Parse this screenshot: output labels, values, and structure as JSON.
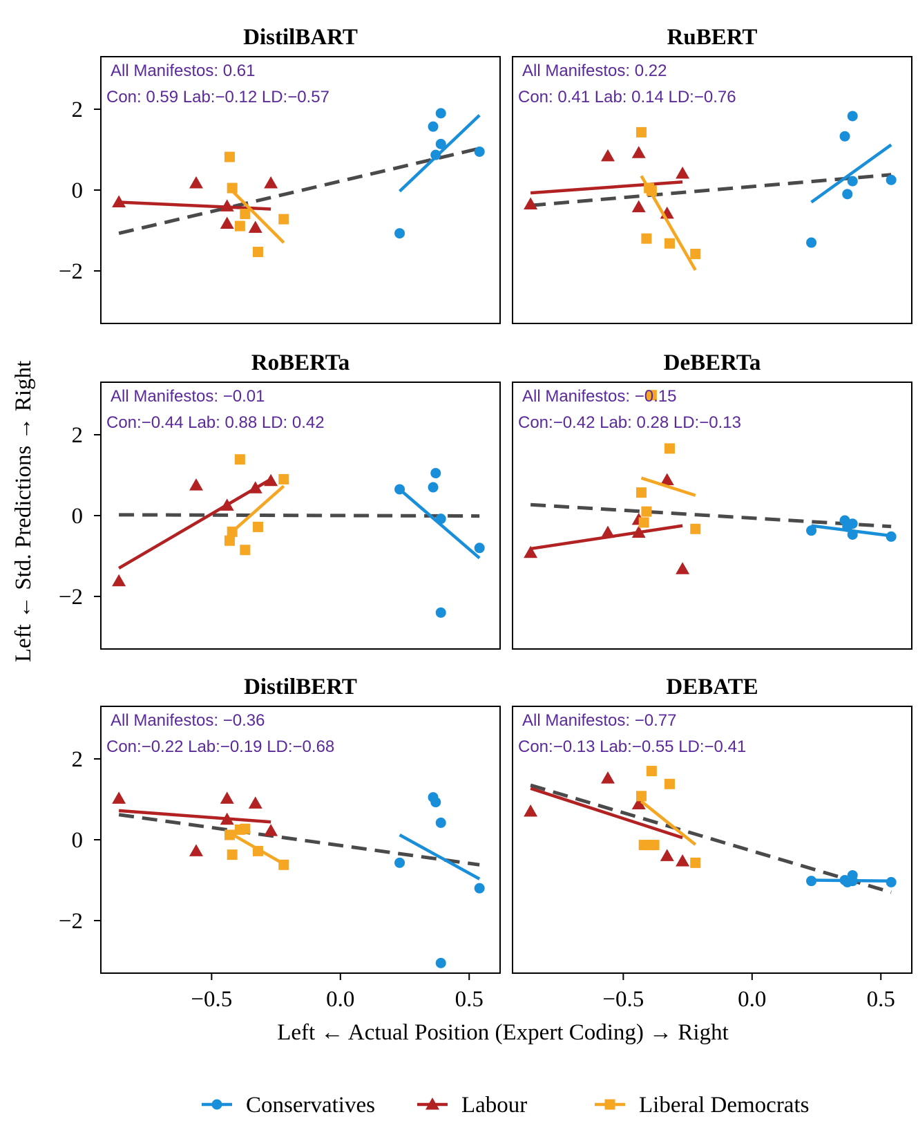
{
  "figure": {
    "xlabel": "Left ← Actual Position (Expert Coding) → Right",
    "ylabel": "Left ← Std. Predictions → Right",
    "colors": {
      "Conservatives": "#1a8fd9",
      "Labour": "#b22222",
      "Liberal Democrats": "#f5a623",
      "overall": "#4a4a4a",
      "annotation": "#5b2a9a"
    }
  },
  "legend": {
    "items": [
      {
        "label": "Conservatives",
        "color": "#1a8fd9",
        "marker": "circle"
      },
      {
        "label": "Labour",
        "color": "#b22222",
        "marker": "triangle"
      },
      {
        "label": "Liberal Democrats",
        "color": "#f5a623",
        "marker": "square"
      }
    ]
  },
  "chart_data": [
    {
      "type": "scatter",
      "title": "DistilBART",
      "annotation_all": "All Manifestos:  0.61",
      "annotation_parties": "Con: 0.59 Lab:−0.12 LD:−0.57",
      "xlim": [
        -0.93,
        0.62
      ],
      "ylim": [
        -3.3,
        3.3
      ],
      "xticks": [
        "−0.5",
        "0.0",
        "0.5"
      ],
      "yticks": [
        "−2",
        "0",
        "2"
      ],
      "series": [
        {
          "name": "Conservatives",
          "marker": "circle",
          "points": [
            [
              0.23,
              -1.07
            ],
            [
              0.36,
              1.57
            ],
            [
              0.37,
              0.87
            ],
            [
              0.39,
              1.14
            ],
            [
              0.39,
              1.9
            ],
            [
              0.54,
              0.95
            ]
          ],
          "fit": [
            [
              0.23,
              -0.03
            ],
            [
              0.54,
              1.85
            ]
          ]
        },
        {
          "name": "Labour",
          "marker": "triangle",
          "points": [
            [
              -0.86,
              -0.3
            ],
            [
              -0.56,
              0.17
            ],
            [
              -0.44,
              -0.4
            ],
            [
              -0.44,
              -0.83
            ],
            [
              -0.33,
              -0.93
            ],
            [
              -0.27,
              0.17
            ]
          ],
          "fit": [
            [
              -0.86,
              -0.3
            ],
            [
              -0.27,
              -0.47
            ]
          ]
        },
        {
          "name": "Liberal Democrats",
          "marker": "square",
          "points": [
            [
              -0.43,
              0.82
            ],
            [
              -0.42,
              0.05
            ],
            [
              -0.39,
              -0.89
            ],
            [
              -0.37,
              -0.59
            ],
            [
              -0.32,
              -1.53
            ],
            [
              -0.22,
              -0.72
            ]
          ],
          "fit": [
            [
              -0.42,
              -0.02
            ],
            [
              -0.22,
              -1.3
            ]
          ]
        }
      ],
      "overall_fit": [
        [
          -0.86,
          -1.07
        ],
        [
          0.54,
          1.03
        ]
      ]
    },
    {
      "type": "scatter",
      "title": "RuBERT",
      "annotation_all": "All Manifestos:  0.22",
      "annotation_parties": "Con: 0.41 Lab: 0.14 LD:−0.76",
      "xlim": [
        -0.93,
        0.62
      ],
      "ylim": [
        -3.3,
        3.3
      ],
      "xticks": [
        "−0.5",
        "0.0",
        "0.5"
      ],
      "yticks": [
        "−2",
        "0",
        "2"
      ],
      "series": [
        {
          "name": "Conservatives",
          "marker": "circle",
          "points": [
            [
              0.23,
              -1.3
            ],
            [
              0.36,
              1.33
            ],
            [
              0.37,
              -0.1
            ],
            [
              0.39,
              0.22
            ],
            [
              0.39,
              1.83
            ],
            [
              0.54,
              0.25
            ]
          ],
          "fit": [
            [
              0.23,
              -0.3
            ],
            [
              0.54,
              1.12
            ]
          ]
        },
        {
          "name": "Labour",
          "marker": "triangle",
          "points": [
            [
              -0.86,
              -0.35
            ],
            [
              -0.56,
              0.84
            ],
            [
              -0.44,
              0.92
            ],
            [
              -0.44,
              -0.42
            ],
            [
              -0.33,
              -0.58
            ],
            [
              -0.27,
              0.41
            ]
          ],
          "fit": [
            [
              -0.86,
              -0.07
            ],
            [
              -0.27,
              0.2
            ]
          ]
        },
        {
          "name": "Liberal Democrats",
          "marker": "square",
          "points": [
            [
              -0.43,
              1.43
            ],
            [
              -0.41,
              -1.2
            ],
            [
              -0.39,
              -0.02
            ],
            [
              -0.32,
              -1.32
            ],
            [
              -0.22,
              -1.58
            ],
            [
              -0.4,
              0.05
            ]
          ],
          "fit": [
            [
              -0.43,
              0.35
            ],
            [
              -0.22,
              -1.98
            ]
          ]
        }
      ],
      "overall_fit": [
        [
          -0.86,
          -0.38
        ],
        [
          0.54,
          0.38
        ]
      ]
    },
    {
      "type": "scatter",
      "title": "RoBERTa",
      "annotation_all": "All Manifestos: −0.01",
      "annotation_parties": "Con:−0.44 Lab: 0.88 LD: 0.42",
      "xlim": [
        -0.93,
        0.62
      ],
      "ylim": [
        -3.3,
        3.3
      ],
      "xticks": [
        "−0.5",
        "0.0",
        "0.5"
      ],
      "yticks": [
        "−2",
        "0",
        "2"
      ],
      "series": [
        {
          "name": "Conservatives",
          "marker": "circle",
          "points": [
            [
              0.23,
              0.65
            ],
            [
              0.36,
              0.7
            ],
            [
              0.37,
              1.05
            ],
            [
              0.39,
              -0.08
            ],
            [
              0.39,
              -2.4
            ],
            [
              0.54,
              -0.8
            ]
          ],
          "fit": [
            [
              0.23,
              0.65
            ],
            [
              0.54,
              -1.05
            ]
          ]
        },
        {
          "name": "Labour",
          "marker": "triangle",
          "points": [
            [
              -0.86,
              -1.62
            ],
            [
              -0.56,
              0.75
            ],
            [
              -0.44,
              0.25
            ],
            [
              -0.33,
              0.68
            ],
            [
              -0.27,
              0.86
            ]
          ],
          "fit": [
            [
              -0.86,
              -1.3
            ],
            [
              -0.27,
              0.9
            ]
          ]
        },
        {
          "name": "Liberal Democrats",
          "marker": "square",
          "points": [
            [
              -0.39,
              1.39
            ],
            [
              -0.42,
              -0.4
            ],
            [
              -0.43,
              -0.62
            ],
            [
              -0.37,
              -0.85
            ],
            [
              -0.32,
              -0.28
            ],
            [
              -0.22,
              0.9
            ]
          ],
          "fit": [
            [
              -0.42,
              -0.4
            ],
            [
              -0.22,
              0.73
            ]
          ]
        }
      ],
      "overall_fit": [
        [
          -0.86,
          0.02
        ],
        [
          0.54,
          -0.01
        ]
      ]
    },
    {
      "type": "scatter",
      "title": "DeBERTa",
      "annotation_all": "All Manifestos: −0.15",
      "annotation_parties": "Con:−0.42 Lab: 0.28 LD:−0.13",
      "xlim": [
        -0.93,
        0.62
      ],
      "ylim": [
        -3.3,
        3.3
      ],
      "xticks": [
        "−0.5",
        "0.0",
        "0.5"
      ],
      "yticks": [
        "−2",
        "0",
        "2"
      ],
      "series": [
        {
          "name": "Conservatives",
          "marker": "circle",
          "points": [
            [
              0.23,
              -0.37
            ],
            [
              0.36,
              -0.12
            ],
            [
              0.37,
              -0.28
            ],
            [
              0.39,
              -0.2
            ],
            [
              0.39,
              -0.47
            ],
            [
              0.54,
              -0.52
            ]
          ],
          "fit": [
            [
              0.23,
              -0.25
            ],
            [
              0.54,
              -0.5
            ]
          ]
        },
        {
          "name": "Labour",
          "marker": "triangle",
          "points": [
            [
              -0.86,
              -0.92
            ],
            [
              -0.56,
              -0.42
            ],
            [
              -0.44,
              -0.1
            ],
            [
              -0.44,
              -0.42
            ],
            [
              -0.33,
              0.88
            ],
            [
              -0.27,
              -1.32
            ]
          ],
          "fit": [
            [
              -0.86,
              -0.82
            ],
            [
              -0.27,
              -0.25
            ]
          ]
        },
        {
          "name": "Liberal Democrats",
          "marker": "square",
          "points": [
            [
              -0.39,
              2.98
            ],
            [
              -0.32,
              1.66
            ],
            [
              -0.43,
              0.57
            ],
            [
              -0.41,
              0.1
            ],
            [
              -0.42,
              -0.17
            ],
            [
              -0.22,
              -0.33
            ]
          ],
          "fit": [
            [
              -0.43,
              0.93
            ],
            [
              -0.22,
              0.5
            ]
          ]
        }
      ],
      "overall_fit": [
        [
          -0.86,
          0.27
        ],
        [
          0.54,
          -0.27
        ]
      ]
    },
    {
      "type": "scatter",
      "title": "DistilBERT",
      "annotation_all": "All Manifestos: −0.36",
      "annotation_parties": "Con:−0.22 Lab:−0.19 LD:−0.68",
      "xlim": [
        -0.93,
        0.62
      ],
      "ylim": [
        -3.3,
        3.3
      ],
      "xticks": [
        "−0.5",
        "0.0",
        "0.5"
      ],
      "yticks": [
        "−2",
        "0",
        "2"
      ],
      "series": [
        {
          "name": "Conservatives",
          "marker": "circle",
          "points": [
            [
              0.23,
              -0.57
            ],
            [
              0.36,
              1.05
            ],
            [
              0.37,
              0.93
            ],
            [
              0.39,
              0.42
            ],
            [
              0.39,
              -3.05
            ],
            [
              0.54,
              -1.2
            ]
          ],
          "fit": [
            [
              0.23,
              0.12
            ],
            [
              0.54,
              -0.97
            ]
          ]
        },
        {
          "name": "Labour",
          "marker": "triangle",
          "points": [
            [
              -0.86,
              1.02
            ],
            [
              -0.56,
              -0.28
            ],
            [
              -0.44,
              1.02
            ],
            [
              -0.44,
              0.5
            ],
            [
              -0.33,
              0.9
            ],
            [
              -0.27,
              0.22
            ]
          ],
          "fit": [
            [
              -0.86,
              0.72
            ],
            [
              -0.27,
              0.44
            ]
          ]
        },
        {
          "name": "Liberal Democrats",
          "marker": "square",
          "points": [
            [
              -0.43,
              0.12
            ],
            [
              -0.42,
              -0.37
            ],
            [
              -0.39,
              0.25
            ],
            [
              -0.37,
              0.27
            ],
            [
              -0.32,
              -0.28
            ],
            [
              -0.22,
              -0.62
            ]
          ],
          "fit": [
            [
              -0.43,
              0.17
            ],
            [
              -0.22,
              -0.6
            ]
          ]
        }
      ],
      "overall_fit": [
        [
          -0.86,
          0.62
        ],
        [
          0.54,
          -0.62
        ]
      ]
    },
    {
      "type": "scatter",
      "title": "DEBATE",
      "annotation_all": "All Manifestos: −0.77",
      "annotation_parties": "Con:−0.13 Lab:−0.55 LD:−0.41",
      "xlim": [
        -0.93,
        0.62
      ],
      "ylim": [
        -3.3,
        3.3
      ],
      "xticks": [
        "−0.5",
        "0.0",
        "0.5"
      ],
      "yticks": [
        "−2",
        "0",
        "2"
      ],
      "series": [
        {
          "name": "Conservatives",
          "marker": "circle",
          "points": [
            [
              0.23,
              -1.02
            ],
            [
              0.36,
              -1.0
            ],
            [
              0.37,
              -1.05
            ],
            [
              0.39,
              -0.88
            ],
            [
              0.39,
              -1.02
            ],
            [
              0.54,
              -1.05
            ]
          ],
          "fit": [
            [
              0.23,
              -1.0
            ],
            [
              0.54,
              -1.02
            ]
          ]
        },
        {
          "name": "Labour",
          "marker": "triangle",
          "points": [
            [
              -0.86,
              0.7
            ],
            [
              -0.56,
              1.52
            ],
            [
              -0.44,
              0.88
            ],
            [
              -0.33,
              -0.4
            ],
            [
              -0.27,
              -0.53
            ]
          ],
          "fit": [
            [
              -0.86,
              1.27
            ],
            [
              -0.27,
              0.05
            ]
          ]
        },
        {
          "name": "Liberal Democrats",
          "marker": "square",
          "points": [
            [
              -0.39,
              1.7
            ],
            [
              -0.32,
              1.38
            ],
            [
              -0.43,
              1.08
            ],
            [
              -0.42,
              -0.13
            ],
            [
              -0.4,
              -0.13
            ],
            [
              -0.38,
              -0.13
            ],
            [
              -0.22,
              -0.57
            ]
          ],
          "fit": [
            [
              -0.43,
              0.95
            ],
            [
              -0.22,
              -0.12
            ]
          ]
        }
      ],
      "overall_fit": [
        [
          -0.86,
          1.35
        ],
        [
          0.54,
          -1.3
        ]
      ]
    }
  ]
}
